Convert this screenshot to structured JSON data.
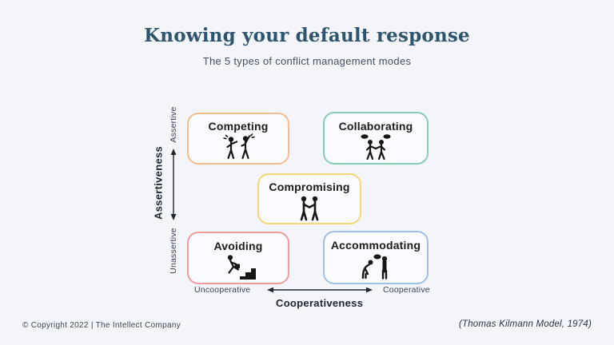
{
  "page": {
    "title": "Knowing your default response",
    "subtitle": "The 5 types of conflict management modes",
    "footer_left": "© Copyright 2022  |  The Intellect Company",
    "footer_right": "(Thomas Kilmann Model, 1974)"
  },
  "axes": {
    "y": {
      "label": "Assertiveness",
      "top_tick": "Assertive",
      "bottom_tick": "Unassertive"
    },
    "x": {
      "label": "Cooperativeness",
      "left_tick": "Uncooperative",
      "right_tick": "Cooperative"
    }
  },
  "modes": [
    {
      "label": "Competing",
      "icon": "competing-arguing-people-icon",
      "border_color": "#F1BE8E",
      "quadrant": "assertive-uncooperative"
    },
    {
      "label": "Collaborating",
      "icon": "collaborating-handshake-speech-icon",
      "border_color": "#85CCB2",
      "quadrant": "assertive-cooperative"
    },
    {
      "label": "Compromising",
      "icon": "compromising-handshake-icon",
      "border_color": "#F3D878",
      "quadrant": "middle"
    },
    {
      "label": "Avoiding",
      "icon": "avoiding-walking-away-icon",
      "border_color": "#F09C9C",
      "quadrant": "unassertive-uncooperative"
    },
    {
      "label": "Accommodating",
      "icon": "accommodating-bowing-icon",
      "border_color": "#A0BFE5",
      "quadrant": "unassertive-cooperative"
    }
  ],
  "colors": {
    "background": "#F4F5FB",
    "box_fill": "#FAFBFE",
    "title_text": "#2D566E",
    "icon_ink": "#161616"
  }
}
